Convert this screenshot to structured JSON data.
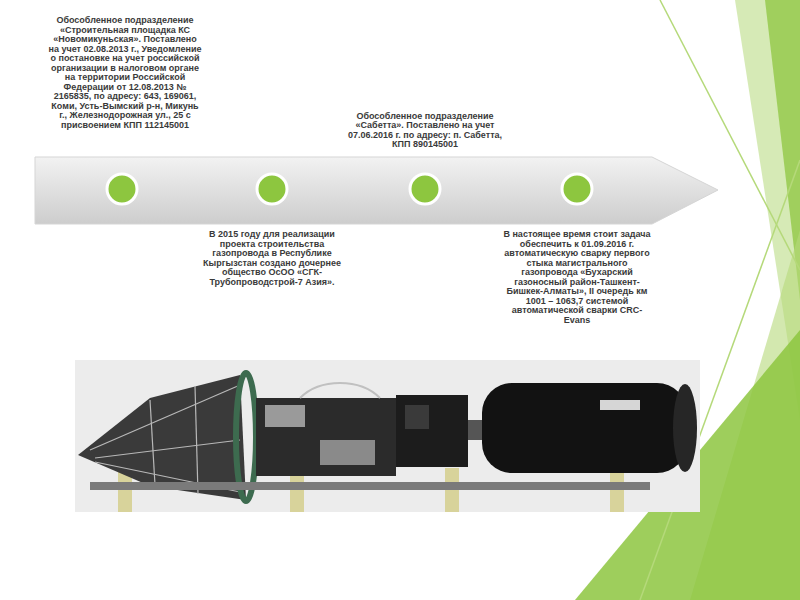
{
  "diagram": {
    "labels": [
      "Обособленное подразделение «Строительная площадка КС «Новомикуньская». Поставлено на учет 02.08.2013 г., Уведомление о постановке на учет российской организации в налоговом органе на территории Российской Федерации от 12.08.2013 № 2165835, по адресу: 643, 169061, Коми, Усть-Вымский р-н, Микунь г., Железнодорожная ул., 25 с присвоением КПП 112145001",
      "Обособленное подразделение «Сабетта». Поставлено на учет 07.06.2016 г. по адресу: п. Сабетта, КПП 890145001",
      "В 2015 году для реализации проекта строительства газопровода в Республике Кыргызстан создано дочернее общество ОсОО «СГК-Трубопроводстрой-7 Азия».",
      "В настоящее время стоит задача обеспечить к 01.09.2016 г. автоматическую сварку первого стыка магистрального газопровода «Бухарский газоносный район-Ташкент-Бишкек-Алматы», II очередь км 1001 – 1063,7 системой автоматической сварки CRC-Evans"
    ]
  }
}
